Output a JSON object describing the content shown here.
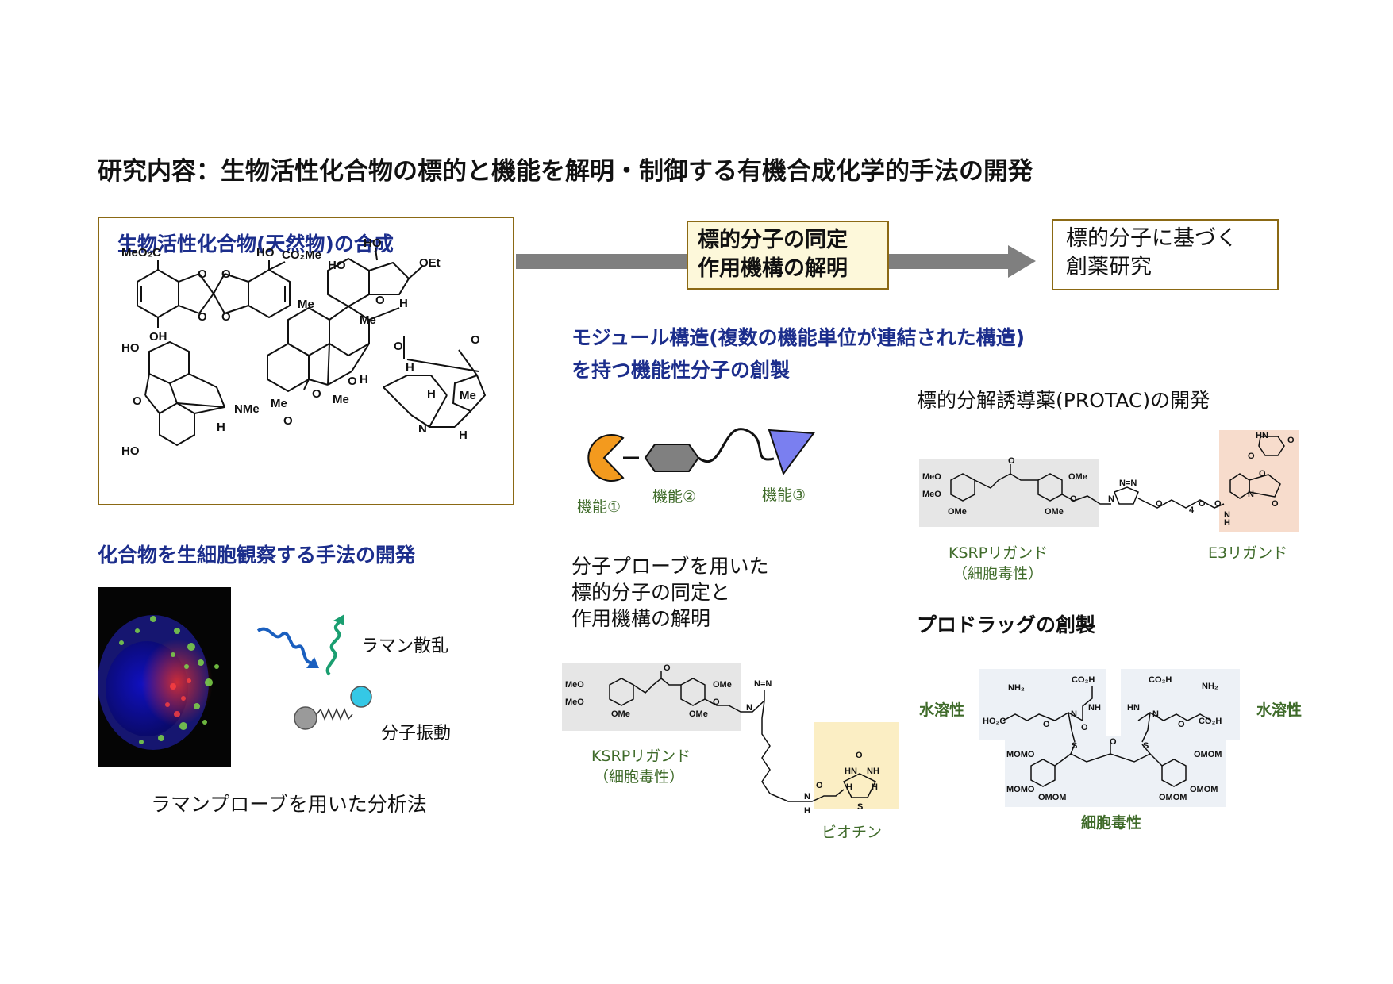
{
  "title": "研究内容：生物活性化合物の標的と機能を解明・制御する有機合成化学的手法の開発",
  "synthesis": {
    "title": "生物活性化合物(天然物)の合成",
    "atoms": {
      "meo2c": "MeO₂C",
      "ho": "HO",
      "co2me": "CO₂Me",
      "oh": "OH",
      "o": "O",
      "oet": "OEt",
      "me": "Me",
      "h": "H",
      "nme": "NMe",
      "n": "N"
    }
  },
  "flow": {
    "target_box_line1": "標的分子の同定",
    "target_box_line2": "作用機構の解明",
    "drug_box_line1": "標的分子に基づく",
    "drug_box_line2": "創薬研究"
  },
  "modular": {
    "line1": "モジュール構造(複数の機能単位が連結された構造)",
    "line2": "を持つ機能性分子の創製",
    "func1": "機能①",
    "func2": "機能②",
    "func3": "機能③"
  },
  "probe": {
    "line1": "分子プローブを用いた",
    "line2": "標的分子の同定と",
    "line3": "作用機構の解明",
    "ksrp_label": "KSRPリガンド",
    "ksrp_sub": "（細胞毒性）",
    "biotin_label": "ビオチン"
  },
  "protac": {
    "title": "標的分解誘導薬(PROTAC)の開発",
    "ksrp_label": "KSRPリガンド",
    "ksrp_sub": "（細胞毒性）",
    "e3_label": "E3リガンド"
  },
  "prodrug": {
    "title": "プロドラッグの創製",
    "water_left": "水溶性",
    "water_right": "水溶性",
    "cytotoxic": "細胞毒性"
  },
  "cell": {
    "title": "化合物を生細胞観察する手法の開発",
    "raman_scatter": "ラマン散乱",
    "molecular_vibration": "分子振動",
    "raman_probe": "ラマンプローブを用いた分析法"
  },
  "colors": {
    "box_border": "#8b6914",
    "heading_blue": "#1c2e8c",
    "label_green": "#3f6b2a",
    "arrow_gray": "#7f7f7f",
    "orange": "#f39a1e",
    "hexagon_gray": "#808080",
    "triangle_blue": "#7a7ff0",
    "ksrp_bg": "#e6e6e6",
    "e3_bg": "#f7dccc",
    "biotin_bg": "#fbeec4",
    "prodrug_bg": "#edf1f6"
  }
}
